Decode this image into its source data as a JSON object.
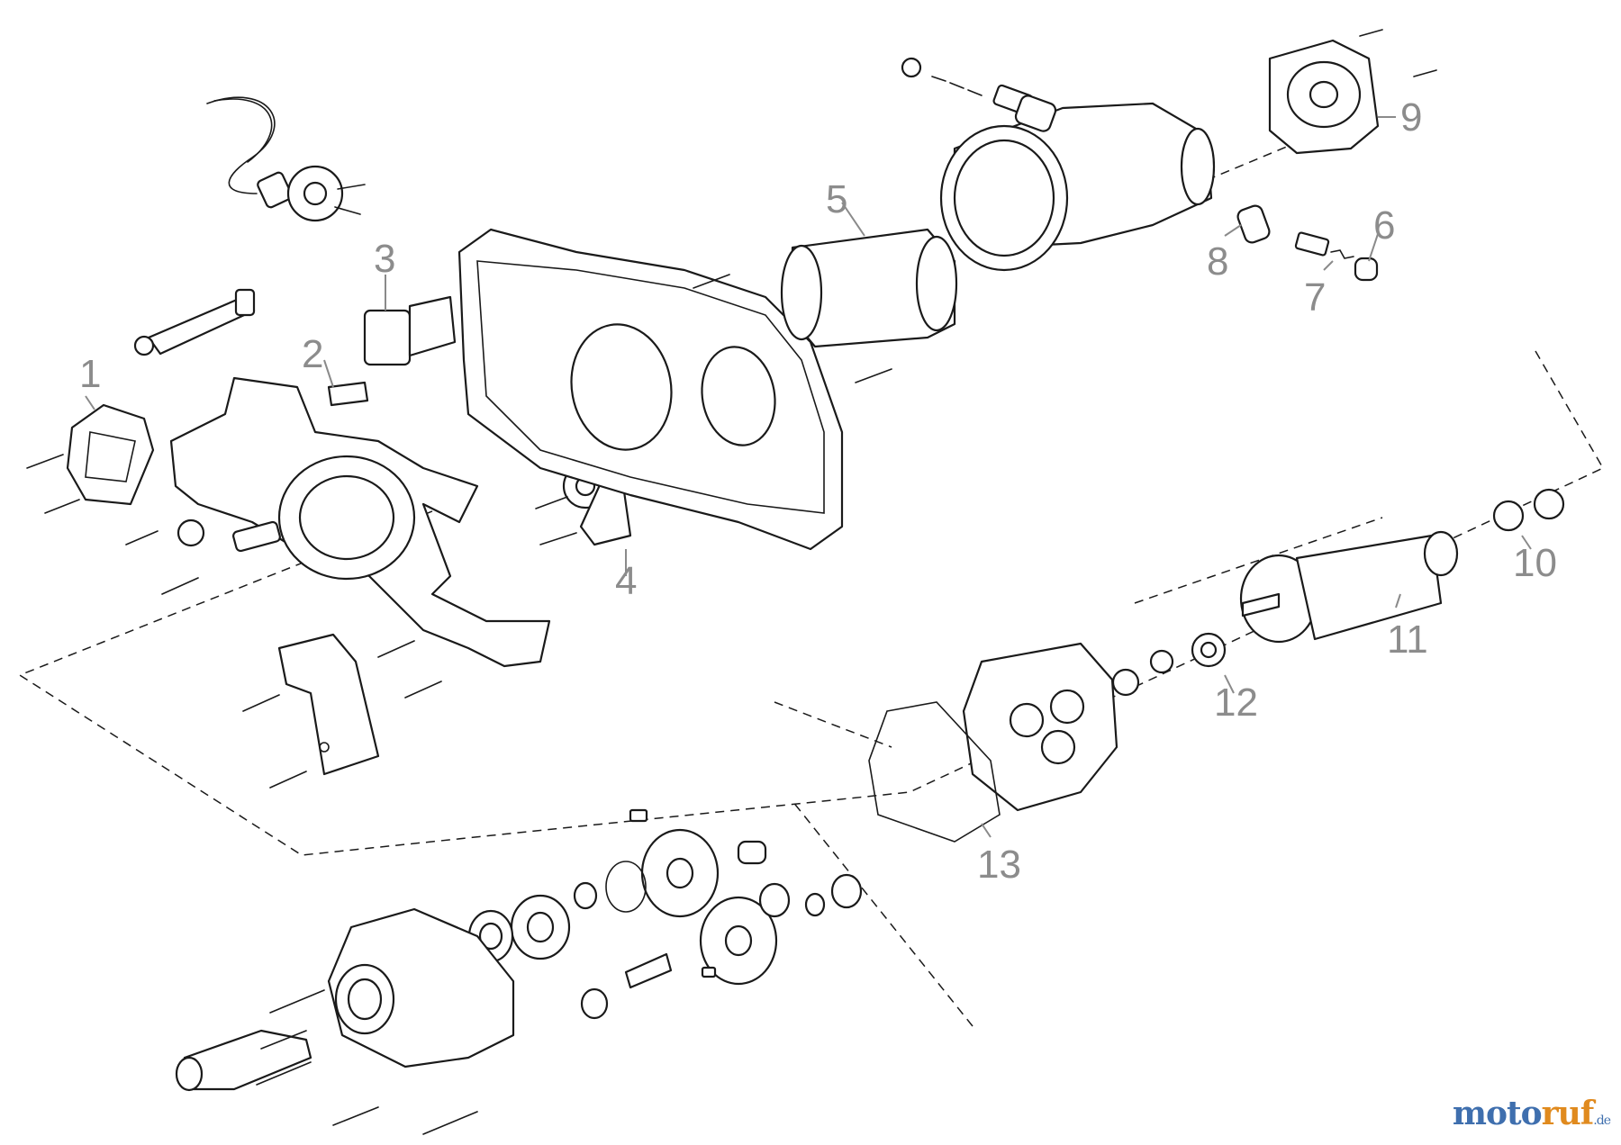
{
  "diagram": {
    "callouts": [
      "1",
      "2",
      "3",
      "4",
      "5",
      "6",
      "7",
      "8",
      "9",
      "10",
      "11",
      "12",
      "13"
    ]
  },
  "watermark": {
    "part1": "moto",
    "part2": "ruf",
    "suffix": ".de",
    "colors": {
      "primary": "#3f6fae",
      "accent": "#e08a1e"
    }
  }
}
